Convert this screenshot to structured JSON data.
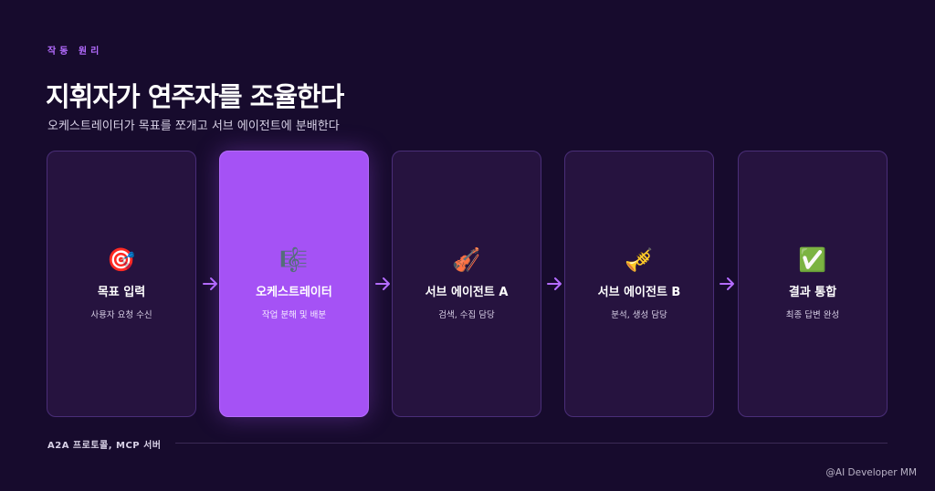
{
  "header": {
    "eyebrow": "작동 원리",
    "title": "지휘자가 연주자를 조율한다",
    "subtitle": "오케스트레이터가 목표를 쪼개고 서브 에이전트에 분배한다"
  },
  "steps": [
    {
      "icon": "🎯",
      "icon_name": "target-icon",
      "title": "목표 입력",
      "desc": "사용자 요청 수신",
      "active": false
    },
    {
      "icon": "🎼",
      "icon_name": "musical-score-icon",
      "title": "오케스트레이터",
      "desc": "작업 분해 및 배분",
      "active": true
    },
    {
      "icon": "🎻",
      "icon_name": "violin-icon",
      "title": "서브 에이전트 A",
      "desc": "검색, 수집 담당",
      "active": false
    },
    {
      "icon": "🎺",
      "icon_name": "trumpet-icon",
      "title": "서브 에이전트 B",
      "desc": "분석, 생성 담당",
      "active": false
    },
    {
      "icon": "✅",
      "icon_name": "check-mark-icon",
      "title": "결과 통합",
      "desc": "최종 답변 완성",
      "active": false
    }
  ],
  "colors": {
    "background": "#170b2d",
    "card": "#26133f",
    "card_border": "#4a2e78",
    "accent": "#a552f5",
    "arrow": "#b46cff"
  },
  "footer": {
    "note": "A2A 프로토콜, MCP 서버",
    "credit": "@AI Developer MM"
  }
}
